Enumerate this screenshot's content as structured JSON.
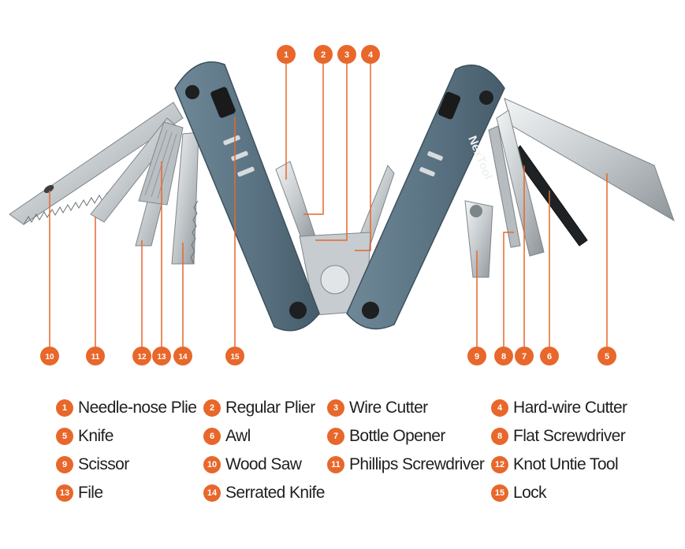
{
  "brand": {
    "logo_text": "NexTool"
  },
  "colors": {
    "accent": "#e8672b",
    "handle": "#5f7888",
    "handle_dark": "#435866",
    "steel": "#c9ced2",
    "lock_black": "#1a1a1a"
  },
  "callouts": [
    "1",
    "2",
    "3",
    "4",
    "5",
    "6",
    "7",
    "8",
    "9",
    "10",
    "11",
    "12",
    "13",
    "14",
    "15"
  ],
  "legend": [
    {
      "num": "1",
      "label": "Needle-nose Plie"
    },
    {
      "num": "2",
      "label": "Regular Plier"
    },
    {
      "num": "3",
      "label": "Wire Cutter"
    },
    {
      "num": "4",
      "label": "Hard-wire Cutter"
    },
    {
      "num": "5",
      "label": "Knife"
    },
    {
      "num": "6",
      "label": "Awl"
    },
    {
      "num": "7",
      "label": "Bottle Opener"
    },
    {
      "num": "8",
      "label": "Flat Screwdriver"
    },
    {
      "num": "9",
      "label": "Scissor"
    },
    {
      "num": "10",
      "label": "Wood Saw"
    },
    {
      "num": "11",
      "label": "Phillips Screwdriver"
    },
    {
      "num": "12",
      "label": "Knot Untie Tool"
    },
    {
      "num": "13",
      "label": "File"
    },
    {
      "num": "14",
      "label": "Serrated Knife"
    },
    {
      "num": "15",
      "label": "Lock"
    }
  ]
}
